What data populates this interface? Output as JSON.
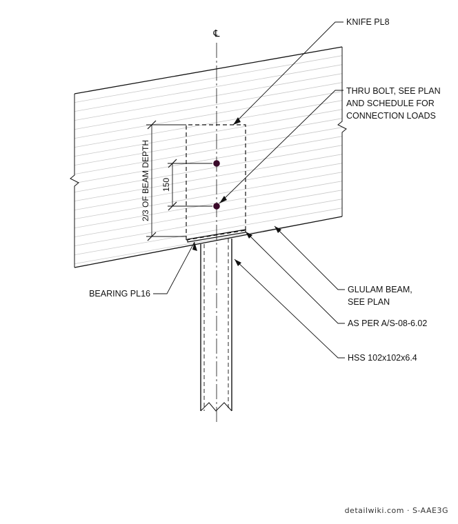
{
  "centerline_symbol": "℄",
  "labels": {
    "knife_plate": "KNIFE PL8",
    "thru_bolt": [
      "THRU BOLT, SEE PLAN",
      "AND SCHEDULE FOR",
      "CONNECTION LOADS"
    ],
    "bearing_plate": "BEARING PL16",
    "glulam_beam": [
      "GLULAM BEAM,",
      "SEE PLAN"
    ],
    "as_per": "AS PER A/S-08-6.02",
    "hss": "HSS 102x102x6.4"
  },
  "dimensions": {
    "beam_depth": "2/3 OF BEAM DEPTH",
    "bolt_spacing": "150"
  },
  "watermark": "detailwiki.com · S-AAE3G",
  "colors": {
    "line": "#111111",
    "hatch": "#c8c8c8",
    "bolt": "#3a0a2a"
  }
}
